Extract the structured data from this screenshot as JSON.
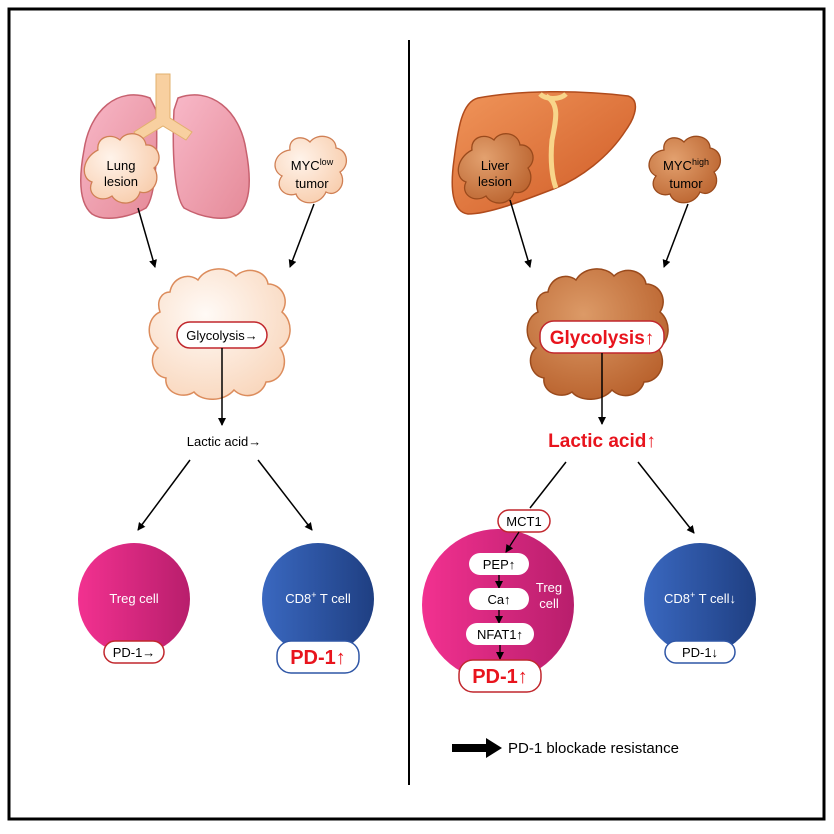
{
  "left": {
    "organ_label": [
      "Lung",
      "lesion"
    ],
    "tumor_label": {
      "base": "MYC",
      "sup": "low",
      "line2": "tumor"
    },
    "glycolysis": "Glycolysis→",
    "lactic_acid": "Lactic acid→",
    "treg_label": "Treg cell",
    "treg_pd1": "PD-1→",
    "cd8_label": {
      "base": "CD8",
      "sup": "+",
      "rest": " T cell"
    },
    "cd8_pd1": "PD-1↑"
  },
  "right": {
    "organ_label": [
      "Liver",
      "lesion"
    ],
    "tumor_label": {
      "base": "MYC",
      "sup": "high",
      "line2": "tumor"
    },
    "glycolysis": "Glycolysis↑",
    "lactic_acid": "Lactic acid↑",
    "mct1": "MCT1",
    "pathway": [
      "PEP↑",
      "Ca↑",
      "NFAT1↑"
    ],
    "treg_label": [
      "Treg",
      "cell"
    ],
    "treg_pd1": "PD-1↑",
    "cd8_label": {
      "base": "CD8",
      "sup": "+",
      "rest": " T cell↓"
    },
    "cd8_pd1": "PD-1↓"
  },
  "legend": {
    "label": "PD-1 blockade resistance"
  },
  "colors": {
    "highlight_red": "#e8141d",
    "treg_magenta": "#e62a86",
    "cd8_blue": "#2f56a6",
    "liver_orange": "#e07436",
    "lung_pink": "#f3a1b5",
    "tumor_beige": "#f9d3b8",
    "tumor_brown": "#c9713a"
  }
}
